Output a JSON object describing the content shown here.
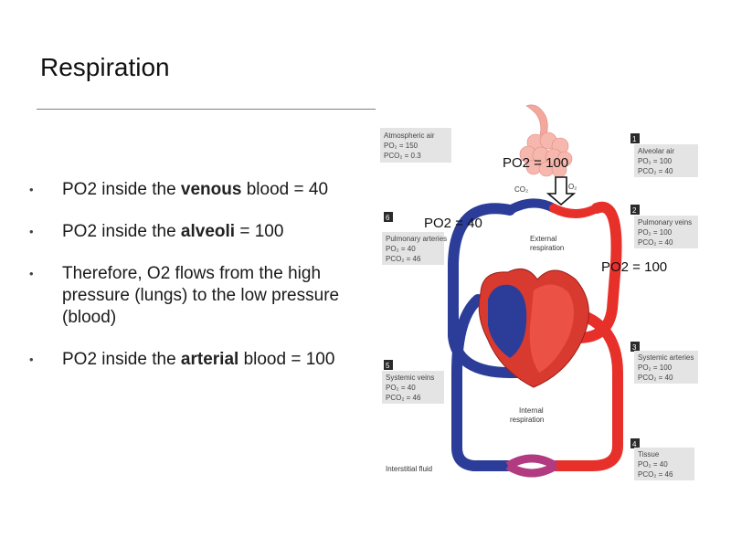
{
  "slide": {
    "title": "Respiration",
    "bullets": [
      {
        "pre": "PO2 inside the ",
        "bold": "venous",
        "post": " blood = 40"
      },
      {
        "pre": "PO2 inside the ",
        "bold": "alveoli",
        "post": " = 100"
      },
      {
        "pre": "Therefore, O2 flows from the high pressure (lungs) to the low pressure (blood)",
        "bold": "",
        "post": ""
      },
      {
        "pre": "PO2 inside the ",
        "bold": "arterial",
        "post": " blood = 100"
      }
    ]
  },
  "diagram": {
    "overlays": {
      "po2_alveoli": "PO2 = 100",
      "po2_venous": "PO2 = 40",
      "po2_arterial": "PO2 = 100"
    },
    "labels": {
      "atmospheric": [
        "Atmospheric air",
        "PO₂ = 150",
        "PCO₂ = 0.3"
      ],
      "box1": [
        "Alveolar air",
        "PO₂ = 100",
        "PCO₂ = 40"
      ],
      "box2": [
        "Pulmonary veins",
        "PO₂ = 100",
        "PCO₂ = 40"
      ],
      "pulm_arteries": [
        "Pulmonary arteries",
        "PO₂ = 40",
        "PCO₂ = 46"
      ],
      "systemic_veins": [
        "Systemic veins",
        "PO₂ = 40",
        "PCO₂ = 46"
      ],
      "systemic_arteries": [
        "Systemic arteries",
        "PO₂ = 100",
        "PCO₂ = 40"
      ],
      "tissue": [
        "Tissue",
        "PO₂ = 40",
        "PCO₂ = 46"
      ],
      "interstitial": "Interstitial fluid",
      "external": [
        "External",
        "respiration"
      ],
      "internal": [
        "Internal",
        "respiration"
      ],
      "co2": "CO₂",
      "o2": "O₂",
      "num1": "1",
      "num2": "2",
      "num3": "3",
      "num4": "4",
      "num5": "5"
    },
    "colors": {
      "oxygenated": "#e8302a",
      "deoxygenated": "#2b3d98",
      "alveoli": "#f6b8ae",
      "label_box": "#e4e4e4",
      "number_box": "#2a2a2a"
    }
  }
}
